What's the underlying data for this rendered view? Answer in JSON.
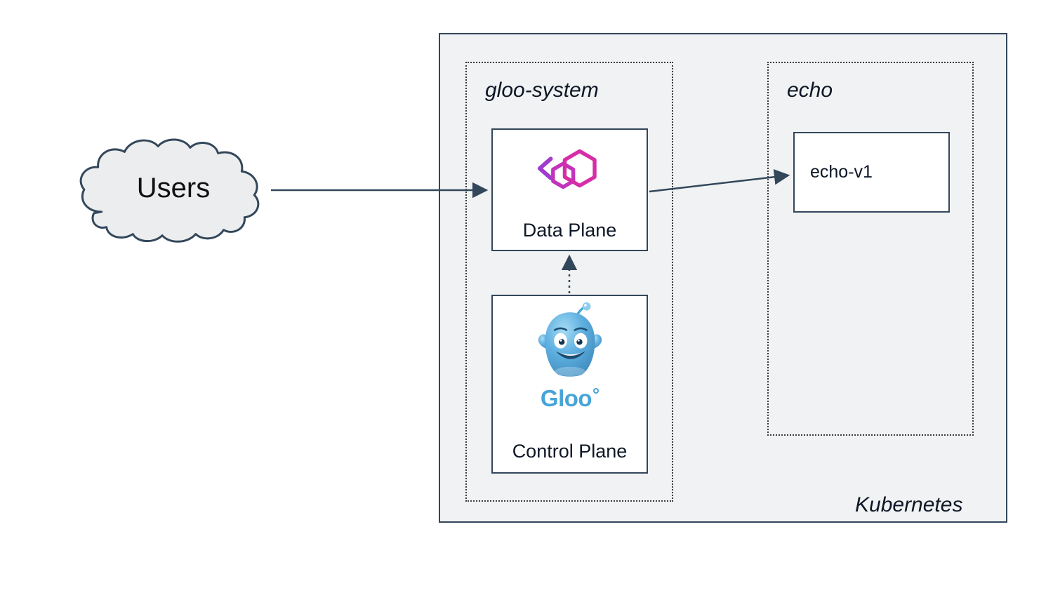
{
  "diagram": {
    "users": {
      "label": "Users"
    },
    "kubernetes": {
      "label": "Kubernetes"
    },
    "namespaces": {
      "gloo_system": {
        "label": "gloo-system"
      },
      "echo": {
        "label": "echo"
      }
    },
    "nodes": {
      "data_plane": {
        "label": "Data Plane",
        "icon": "gloo-gateway-logo"
      },
      "control_plane": {
        "label": "Control Plane",
        "icon": "gloo-mascot",
        "wordmark": "Gloo"
      },
      "echo_v1": {
        "label": "echo-v1"
      }
    },
    "edges": [
      {
        "from": "users",
        "to": "data_plane",
        "style": "solid-arrow"
      },
      {
        "from": "data_plane",
        "to": "echo_v1",
        "style": "solid-arrow"
      },
      {
        "from": "control_plane",
        "to": "data_plane",
        "style": "dotted-arrow"
      }
    ],
    "colors": {
      "panel_background": "#f1f2f3",
      "border_dark": "#33475b",
      "namespace_dotted": "#3c3c3c",
      "logo_magenta": "#d62ea6",
      "logo_purple": "#a13bd0",
      "mascot_blue": "#47a4d9",
      "text": "#0e1726"
    }
  }
}
